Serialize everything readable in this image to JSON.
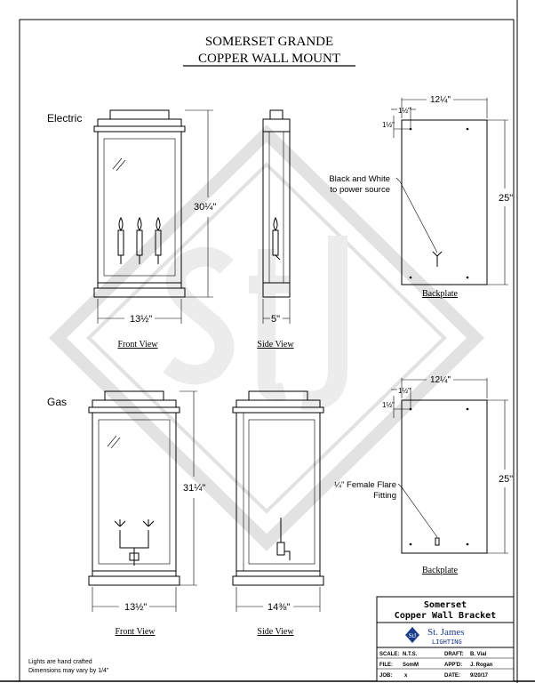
{
  "title": {
    "line1": "SOMERSET GRANDE",
    "line2": "COPPER WALL MOUNT"
  },
  "electric": {
    "label": "Electric",
    "front": {
      "height": "30¼\"",
      "width": "13½\"",
      "caption": "Front View"
    },
    "side": {
      "depth": "5\"",
      "caption": "Side View"
    },
    "backplate": {
      "width": "12¼\"",
      "offset_x": "1½\"",
      "offset_y": "1½\"",
      "height": "25\"",
      "note1": "Black and White",
      "note2": "to power source",
      "caption": "Backplate"
    }
  },
  "gas": {
    "label": "Gas",
    "front": {
      "height": "31¼\"",
      "width": "13½\"",
      "caption": "Front View"
    },
    "side": {
      "depth": "14⅜\"",
      "caption": "Side View"
    },
    "backplate": {
      "width": "12¼\"",
      "offset_x": "1½\"",
      "offset_y": "1½\"",
      "height": "25\"",
      "note1": "¼\" Female Flare",
      "note2": "Fitting",
      "caption": "Backplate"
    }
  },
  "notes": {
    "line1": "Lights are hand crafted",
    "line2": "Dimensions may vary by 1/4\""
  },
  "title_block": {
    "name1": "Somerset",
    "name2": "Copper Wall Bracket",
    "company": "St. James",
    "company_sub": "LIGHTING",
    "logo_text": "StJ",
    "scale_label": "SCALE:",
    "scale": "N.T.S.",
    "draft_label": "DRAFT:",
    "draft": "B. Vial",
    "file_label": "FILE:",
    "file": "SomM",
    "appd_label": "APP'D:",
    "appd": "J. Rogan",
    "job_label": "JOB:",
    "job": "x",
    "date_label": "DATE:",
    "date": "9/20/17"
  },
  "colors": {
    "watermark": "#e2e2e2",
    "logo": "#1a3a8c"
  }
}
